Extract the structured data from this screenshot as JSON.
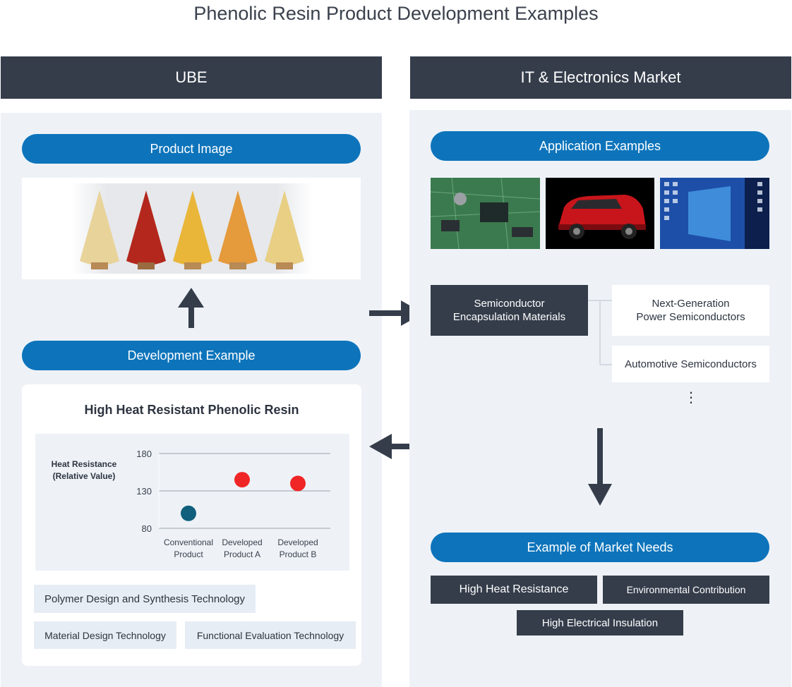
{
  "page": {
    "title": "Phenolic Resin Product Development Examples"
  },
  "left": {
    "header": "UBE",
    "product_image_label": "Product Image",
    "development_label": "Development Example",
    "card_title": "High Heat Resistant Phenolic Resin",
    "technologies": [
      "Polymer Design and Synthesis Technology",
      "Material Design Technology",
      "Functional Evaluation Technology"
    ]
  },
  "right": {
    "header": "IT & Electronics Market",
    "applications_label": "Application Examples",
    "semiconductor_box": "Semiconductor\nEncapsulation Materials",
    "sub_items": [
      "Next-Generation\nPower Semiconductors",
      "Automotive Semiconductors"
    ],
    "more_marker": "⋮",
    "market_needs_label": "Example of Market Needs",
    "needs": [
      "High Heat Resistance",
      "Environmental Contribution",
      "High Electrical Insulation"
    ]
  },
  "chart_data": {
    "type": "scatter",
    "ylabel": "Heat Resistance\n(Relative Value)",
    "ylim": [
      80,
      180
    ],
    "yticks": [
      180,
      130,
      80
    ],
    "categories": [
      "Conventional\nProduct",
      "Developed\nProduct A",
      "Developed\nProduct B"
    ],
    "values": [
      100,
      145,
      140
    ],
    "point_colors": [
      "#0f5f7d",
      "#f02626",
      "#f02626"
    ],
    "grid": true
  },
  "colors": {
    "dark": "#353d4b",
    "accent": "#0d74bb",
    "panel": "#eef2f7"
  },
  "icons": [
    "arrow-up-icon",
    "arrow-right-icon",
    "arrow-left-icon",
    "arrow-down-icon"
  ]
}
